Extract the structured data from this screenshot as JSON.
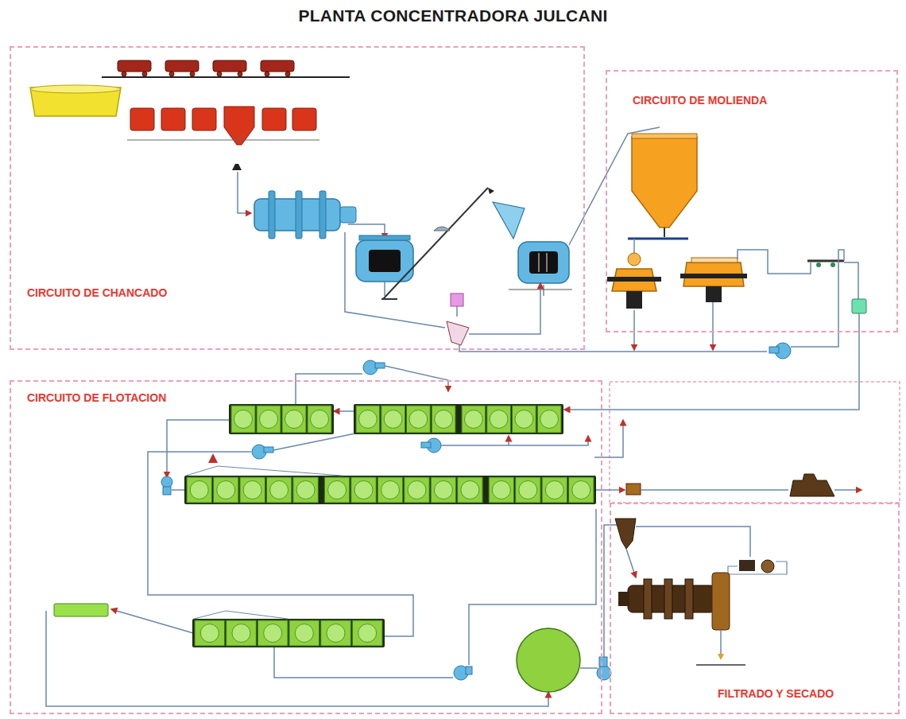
{
  "diagram": {
    "title": "PLANTA CONCENTRADORA JULCANI",
    "nodes": [
      {
        "text": [
          "CIRCUITO DE CHANCADO"
        ]
      },
      {
        "text": [
          "CIRCUITO DE MOLIENDA"
        ]
      },
      {
        "text": [
          "CIRCUITO DE FLOTACION"
        ]
      },
      {
        "text": [
          "FILTRADO Y SECADO"
        ]
      }
    ]
  }
}
